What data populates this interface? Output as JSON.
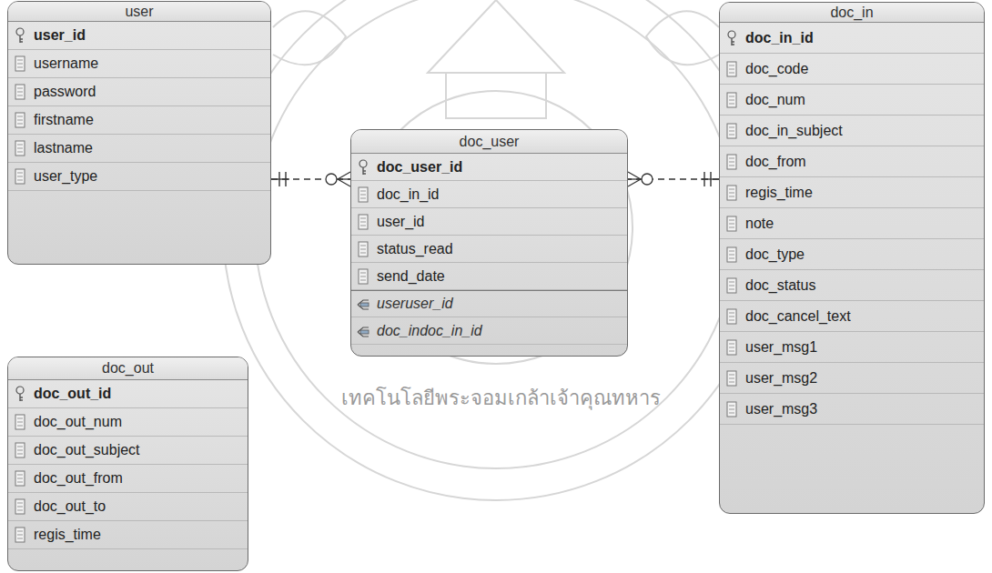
{
  "diagram": {
    "nodes": [
      {
        "text": [
          "user",
          "user_id",
          "username",
          "password",
          "firstname",
          "lastname",
          "user_type"
        ]
      },
      {
        "text": [
          "doc_user",
          "doc_user_id",
          "doc_in_id",
          "user_id",
          "status_read",
          "send_date",
          "useruser_id",
          "doc_indoc_in_id"
        ]
      },
      {
        "text": [
          "doc_in",
          "doc_in_id",
          "doc_code",
          "doc_num",
          "doc_in_subject",
          "doc_from",
          "regis_time",
          "note",
          "doc_type",
          "doc_status",
          "doc_cancel_text",
          "user_msg1",
          "user_msg2",
          "user_msg3"
        ]
      },
      {
        "text": [
          "doc_out",
          "doc_out_id",
          "doc_out_num",
          "doc_out_subject",
          "doc_out_from",
          "doc_out_to",
          "regis_time"
        ]
      }
    ],
    "edges": [
      {
        "from": 0,
        "to": 1,
        "arrow": "both"
      },
      {
        "from": 2,
        "to": 1,
        "arrow": "both"
      }
    ],
    "labels": [
      "เทคโนโลยีพระจอมเกล้าเจ้าคุณทหาร"
    ]
  }
}
